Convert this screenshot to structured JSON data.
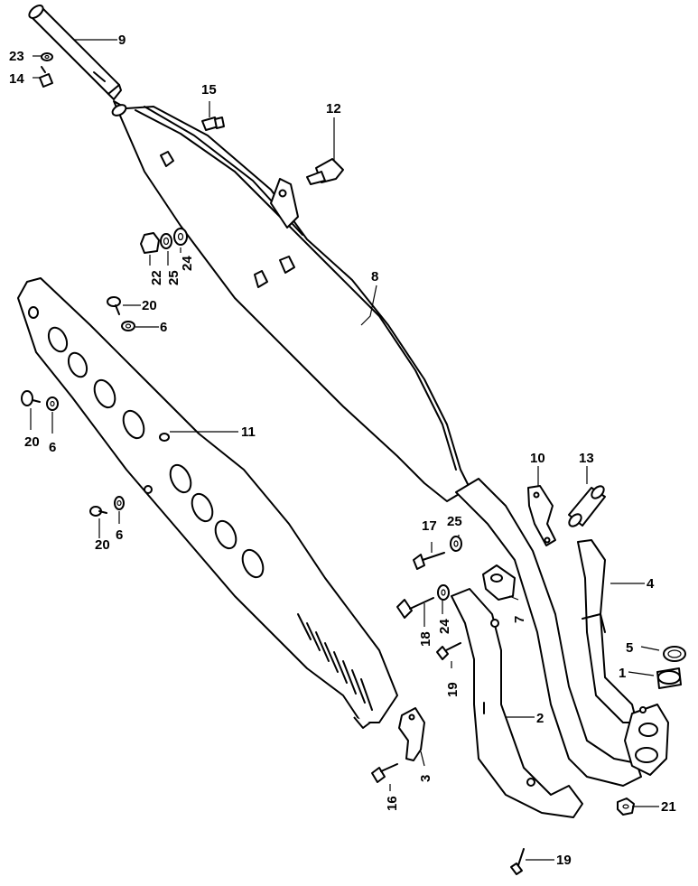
{
  "callouts": {
    "c1": "1",
    "c2": "2",
    "c3": "3",
    "c4": "4",
    "c5": "5",
    "c6a": "6",
    "c6b": "6",
    "c6c": "6",
    "c7": "7",
    "c8": "8",
    "c9": "9",
    "c10": "10",
    "c11": "11",
    "c12": "12",
    "c13": "13",
    "c14": "14",
    "c15": "15",
    "c16": "16",
    "c17": "17",
    "c18": "18",
    "c19a": "19",
    "c19b": "19",
    "c20a": "20",
    "c20b": "20",
    "c20c": "20",
    "c21": "21",
    "c22": "22",
    "c23": "23",
    "c24a": "24",
    "c24b": "24",
    "c25a": "25",
    "c25b": "25"
  }
}
